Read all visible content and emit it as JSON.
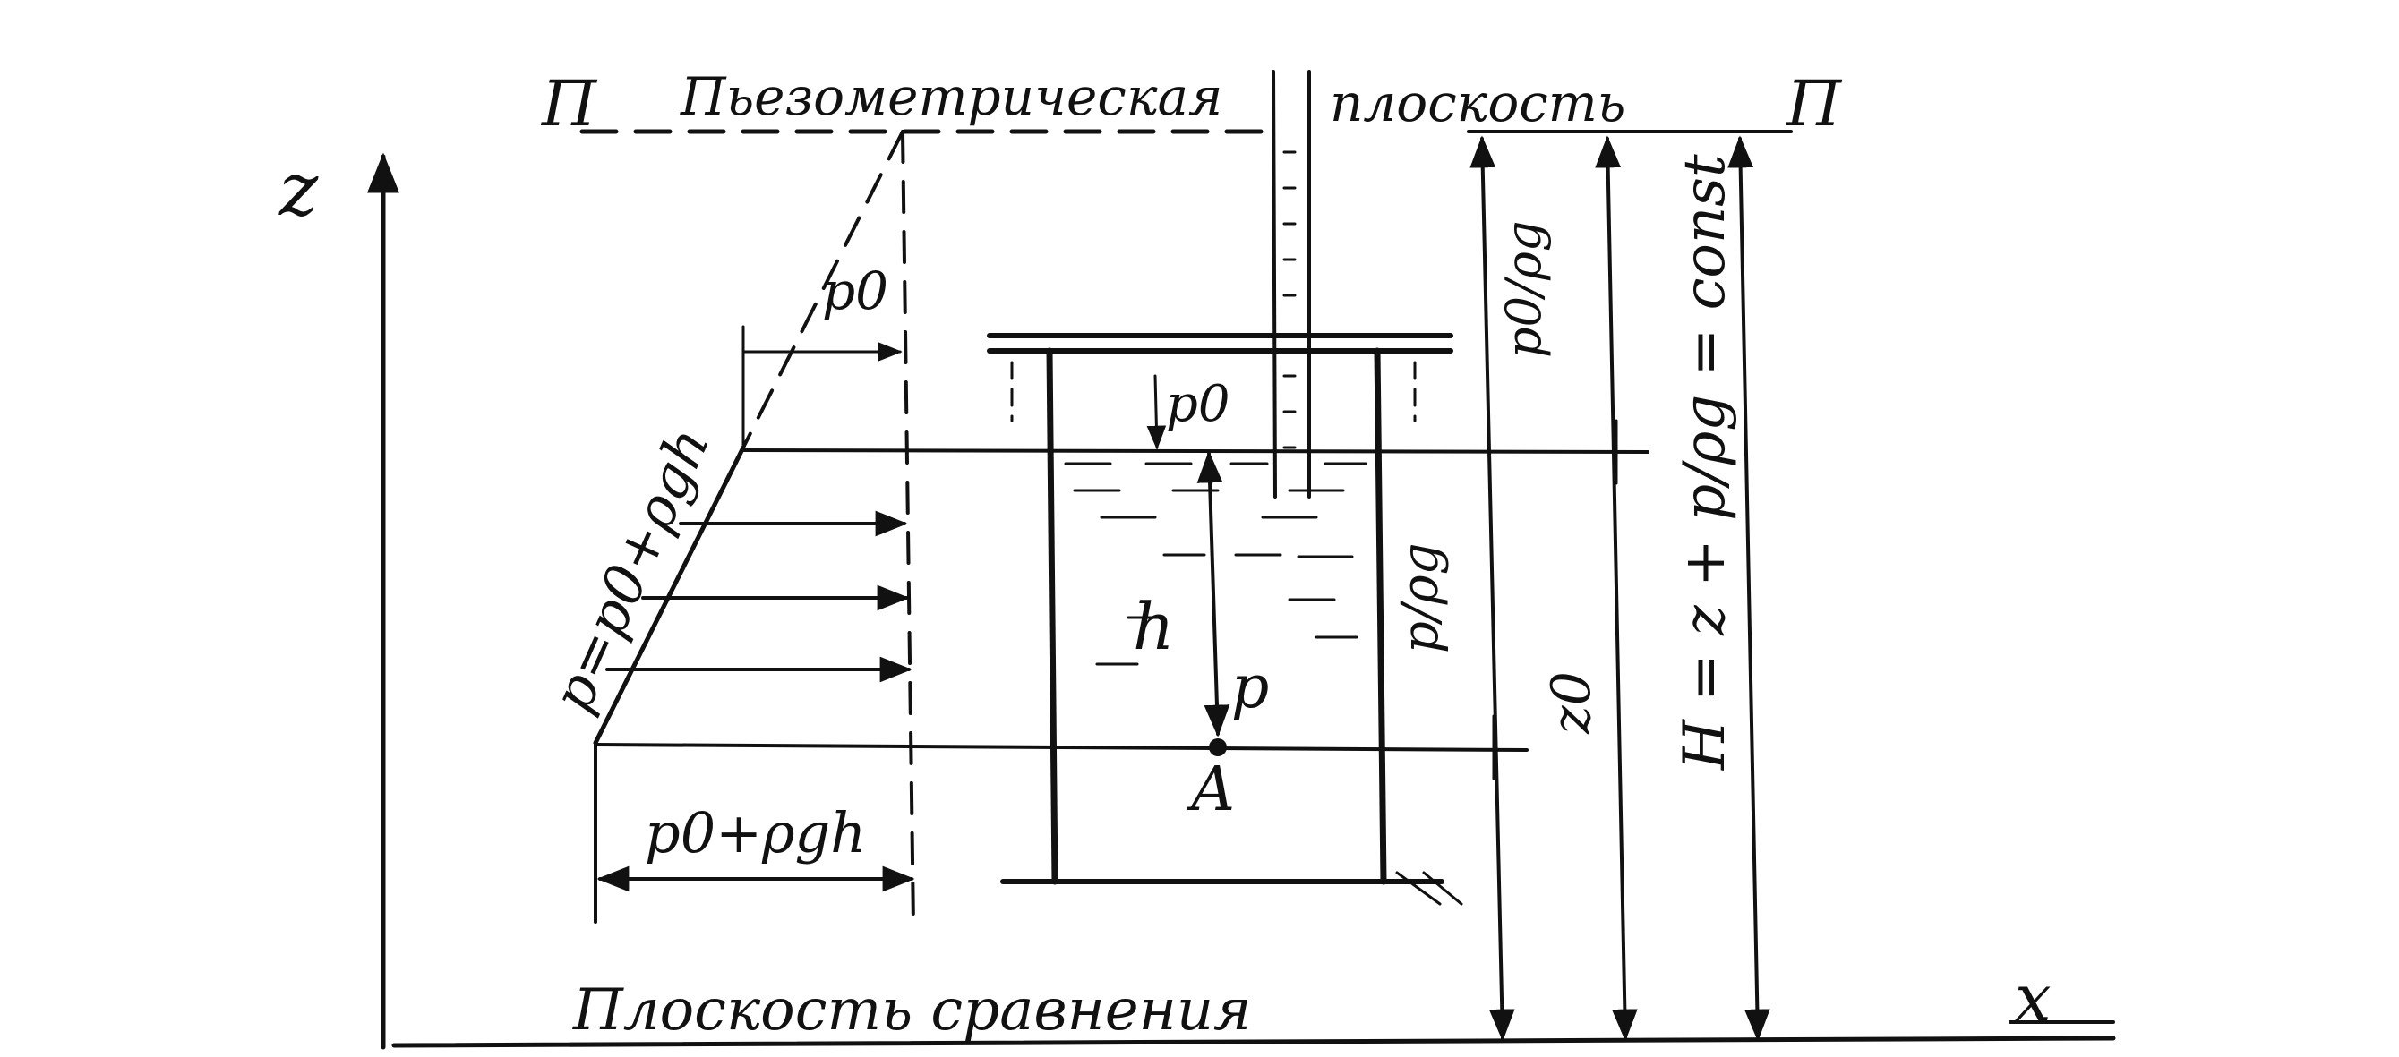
{
  "labels": {
    "plane_left": "П",
    "plane_right": "П",
    "piezo_word1": "Пьезометрическая",
    "piezo_word2": "плоскость",
    "axis_z": "z",
    "axis_x": "x",
    "comparison_plane": "Плоскость сравнения",
    "p0_top": "p0",
    "p0_inner": "p0",
    "h": "h",
    "p": "p",
    "point_a": "A",
    "pressure_law": "p=p0+ρgh",
    "bottom_pressure": "p0+ρgh",
    "p0_over_rho_g": "p0/ρg",
    "p_over_rho_g": "p/ρg",
    "z0": "z0",
    "head": "H = z + p/ρg = const"
  },
  "colors": {
    "ink": "#111111",
    "background": "#ffffff"
  }
}
